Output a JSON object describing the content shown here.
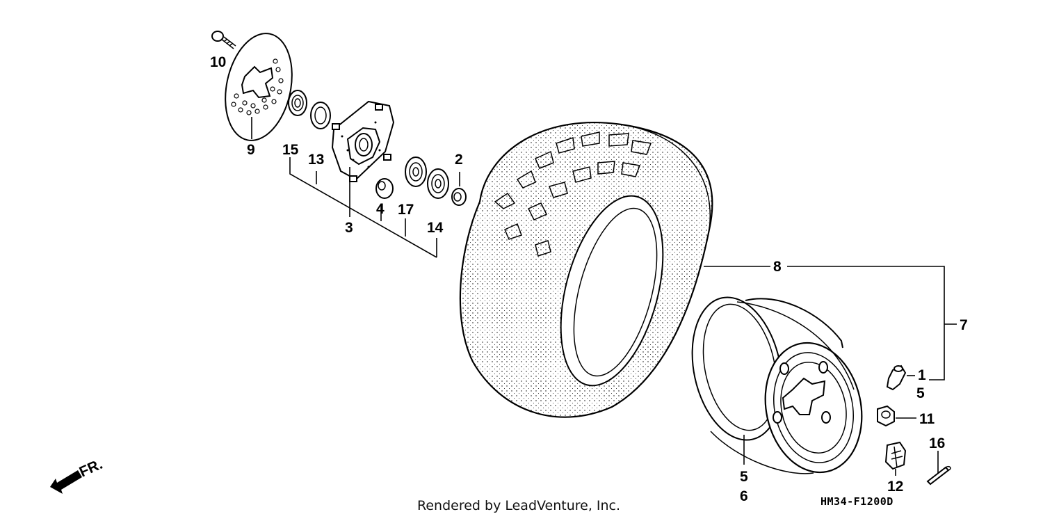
{
  "callouts": {
    "c1": "1",
    "c2": "2",
    "c3": "3",
    "c4": "4",
    "c5a": "5",
    "c5b": "5",
    "c6": "6",
    "c7": "7",
    "c8": "8",
    "c9": "9",
    "c10": "10",
    "c11": "11",
    "c12": "12",
    "c13": "13",
    "c14": "14",
    "c15": "15",
    "c16": "16",
    "c17": "17"
  },
  "front_marker": "FR.",
  "footer": {
    "credit": "Rendered by LeadVenture, Inc.",
    "diagram_code": "HM34-F1200D"
  }
}
